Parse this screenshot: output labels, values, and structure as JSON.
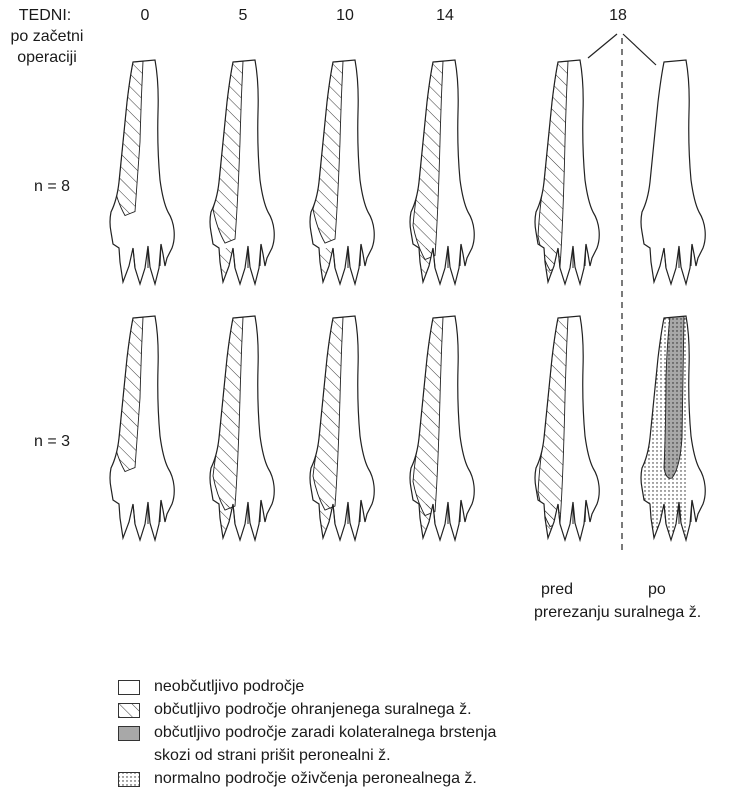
{
  "header": {
    "weeks_label": "TEDNI:",
    "subtitle_line1": "po začetni",
    "subtitle_line2": "operaciji",
    "weeks": [
      "0",
      "5",
      "10",
      "14",
      "18"
    ]
  },
  "rows": [
    {
      "label": "n = 8",
      "hatch_levels": [
        0.45,
        0.7,
        0.7,
        0.85,
        0.95
      ],
      "last_paw": "blank"
    },
    {
      "label": "n = 3",
      "hatch_levels": [
        0.45,
        0.8,
        0.8,
        0.85,
        0.95
      ],
      "last_paw": "regenerated"
    }
  ],
  "bottom_labels": {
    "pred": "pred",
    "po": "po",
    "caption": "prerezanju suralnega ž."
  },
  "legend": [
    {
      "id": "blank",
      "text": "neobčutljivo področje"
    },
    {
      "id": "hatch",
      "text": "občutljivo področje ohranjenega suralnega ž."
    },
    {
      "id": "gray",
      "text": "občutljivo področje zaradi kolateralnega brstenja",
      "text2": "skozi od strani prišit peronealni ž."
    },
    {
      "id": "dots",
      "text": "normalno področje oživčenja peronealnega ž."
    }
  ],
  "colors": {
    "gray_fill": "#a8a8a8",
    "outline": "#222222"
  }
}
